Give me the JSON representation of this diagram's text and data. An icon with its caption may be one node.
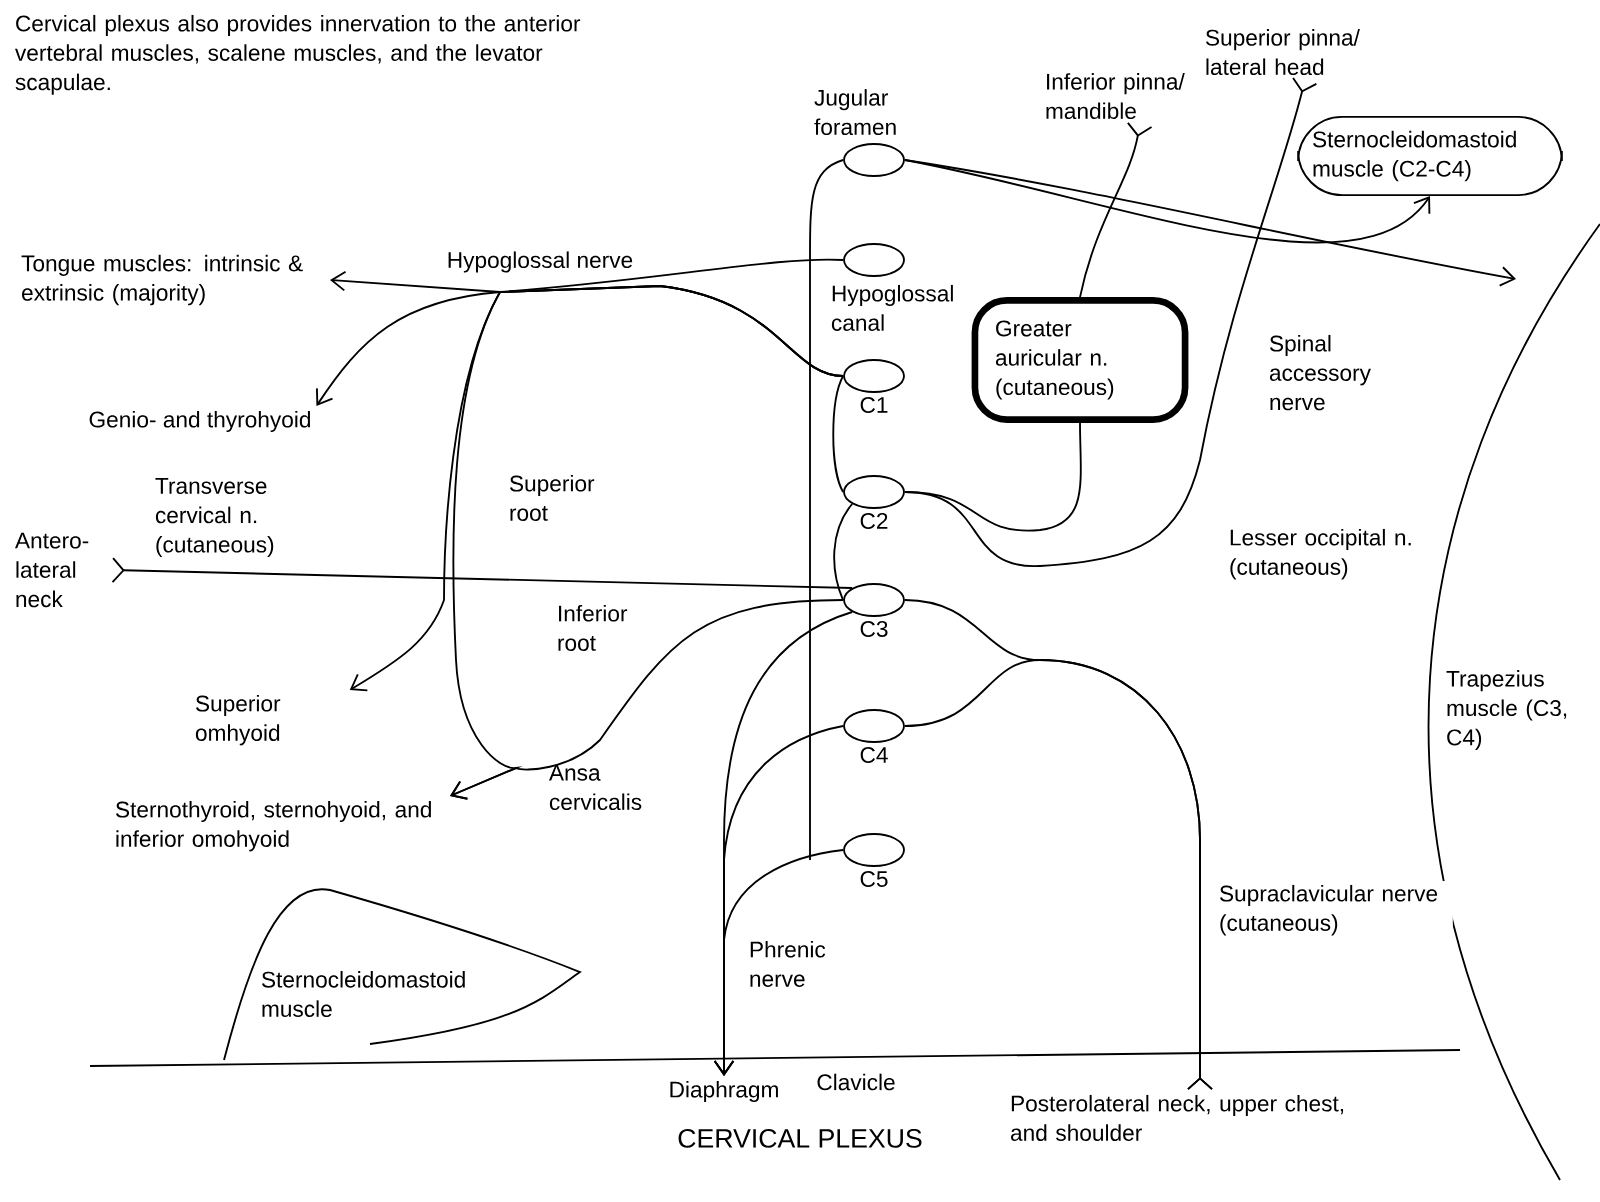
{
  "diagram": {
    "title": "CERVICAL PLEXUS",
    "nodes": [
      {
        "text": [
          "Jugular foramen"
        ]
      },
      {
        "text": [
          "Hypoglossal canal"
        ]
      },
      {
        "text": [
          "C1"
        ]
      },
      {
        "text": [
          "C2"
        ]
      },
      {
        "text": [
          "C3"
        ]
      },
      {
        "text": [
          "C4"
        ]
      },
      {
        "text": [
          "C5"
        ]
      },
      {
        "text": [
          "Greater auricular n. (cutaneous)"
        ]
      },
      {
        "text": [
          "Sternocleidomastoid muscle (C2-C4)"
        ]
      },
      {
        "text": [
          "Trapezius muscle (C3, C4)"
        ]
      },
      {
        "text": [
          "Sternocleidomastoid muscle"
        ]
      },
      {
        "text": [
          "Tongue muscles: intrinsic & extrinsic (majority)"
        ]
      },
      {
        "text": [
          "Genio- and thyrohyoid"
        ]
      },
      {
        "text": [
          "Antero-lateral neck"
        ]
      },
      {
        "text": [
          "Superior omhyoid"
        ]
      },
      {
        "text": [
          "Sternothyroid, sternohyoid, and inferior omohyoid"
        ]
      },
      {
        "text": [
          "Diaphragm"
        ]
      },
      {
        "text": [
          "Posterolateral neck, upper chest, and shoulder"
        ]
      },
      {
        "text": [
          "Inferior pinna/ mandible"
        ]
      },
      {
        "text": [
          "Superior pinna/ lateral head"
        ]
      }
    ],
    "edges": [
      {
        "from": 1,
        "to": 11,
        "arrow": "to",
        "label": "Hypoglossal nerve"
      },
      {
        "from": 2,
        "to": 12,
        "arrow": "to"
      },
      {
        "from": 2,
        "to": 15,
        "arrow": "to",
        "label": "Superior root"
      },
      {
        "from": 4,
        "to": 15,
        "arrow": "to",
        "label": "Inferior root"
      },
      {
        "from": 2,
        "to": 14,
        "arrow": "to"
      },
      {
        "from": 4,
        "to": 13,
        "arrow": "other",
        "label": "Transverse cervical n. (cutaneous)"
      },
      {
        "from": 3,
        "to": 7,
        "arrow": "none"
      },
      {
        "from": 7,
        "to": 18,
        "arrow": "other"
      },
      {
        "from": 3,
        "to": 19,
        "arrow": "other",
        "label": "Lesser occipital n. (cutaneous)"
      },
      {
        "from": 0,
        "to": 9,
        "arrow": "to",
        "label": "Spinal accessory nerve"
      },
      {
        "from": 0,
        "to": 8,
        "arrow": "to"
      },
      {
        "from": 4,
        "to": 16,
        "arrow": "to",
        "label": "Phrenic nerve"
      },
      {
        "from": 5,
        "to": 16,
        "arrow": "to"
      },
      {
        "from": 6,
        "to": 16,
        "arrow": "to"
      },
      {
        "from": 4,
        "to": 17,
        "arrow": "other",
        "label": "Supraclavicular nerve (cutaneous)"
      },
      {
        "from": 5,
        "to": 17,
        "arrow": "other"
      },
      {
        "from": null,
        "to": 0,
        "arrow": "none"
      },
      {
        "from": 2,
        "to": 3,
        "arrow": "none"
      },
      {
        "from": 3,
        "to": 4,
        "arrow": "none"
      }
    ],
    "labels": [
      "Cervical plexus also provides innervation to the anterior vertebral muscles, scalene muscles, and the levator scapulae.",
      "Ansa cervicalis",
      "Clavicle"
    ]
  }
}
